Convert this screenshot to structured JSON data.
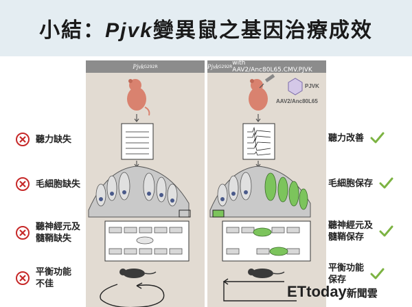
{
  "title": {
    "prefix": "小結：",
    "gene": "Pjvk",
    "rest": "變異鼠之基因治療成效"
  },
  "left_panel": {
    "gene": "Pjvk",
    "superscript": "G292R"
  },
  "right_panel": {
    "gene": "Pjvk",
    "superscript": "G292R",
    "suffix": " with AAV2/Anc80L65.CMV.PJVK",
    "vector_label": "PJVK",
    "vector_name": "AAV2/Anc80L65"
  },
  "outcomes_bad": [
    {
      "text": "聽力缺失",
      "icon": "x-circle-icon"
    },
    {
      "text": "毛細胞缺失",
      "icon": "x-circle-icon"
    },
    {
      "text": "聽神經元及\n髓鞘缺失",
      "icon": "x-circle-icon"
    },
    {
      "text": "平衡功能\n不佳",
      "icon": "x-circle-icon"
    }
  ],
  "outcomes_good": [
    {
      "text": "聽力改善",
      "icon": "checkmark-icon"
    },
    {
      "text": "毛細胞保存",
      "icon": "checkmark-icon"
    },
    {
      "text": "聽神經元及\n髓鞘保存",
      "icon": "checkmark-icon"
    },
    {
      "text": "平衡功能\n保存",
      "icon": "checkmark-icon"
    }
  ],
  "watermark": {
    "latin": "ETtoday",
    "chinese": "新聞雲"
  },
  "colors": {
    "title_bg": "#e4edf2",
    "cross": "#c62828",
    "check": "#7cb342",
    "panel_bg": "#e2dbd2",
    "header_bg": "#8c8c8c",
    "cell_green": "#7cc45c"
  }
}
